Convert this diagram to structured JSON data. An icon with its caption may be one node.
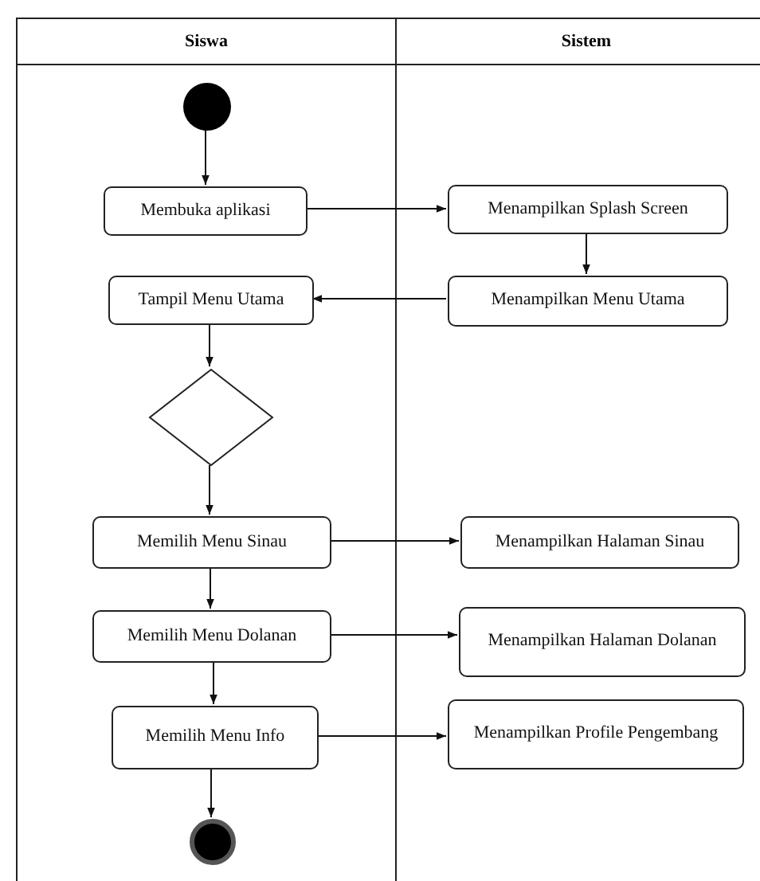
{
  "diagram": {
    "nodes": [
      {
        "text": [
          "Siswa"
        ]
      },
      {
        "text": [
          "Sistem"
        ]
      },
      {
        "text": [],
        "shape": "circle",
        "in": 0
      },
      {
        "text": [
          "Membuka aplikasi"
        ],
        "in": 0
      },
      {
        "text": [
          "Menampilkan Splash Screen"
        ],
        "in": 1
      },
      {
        "text": [
          "Tampil Menu Utama"
        ],
        "in": 0
      },
      {
        "text": [
          "Menampilkan Menu Utama"
        ],
        "in": 1
      },
      {
        "text": [],
        "shape": "diamond",
        "in": 0
      },
      {
        "text": [
          "Memilih Menu Sinau"
        ],
        "in": 0
      },
      {
        "text": [
          "Menampilkan Halaman Sinau"
        ],
        "in": 1
      },
      {
        "text": [
          "Memilih Menu Dolanan"
        ],
        "in": 0
      },
      {
        "text": [
          "Menampilkan Halaman Dolanan"
        ],
        "in": 1
      },
      {
        "text": [
          "Memilih Menu Info"
        ],
        "in": 0
      },
      {
        "text": [
          "Menampilkan Profile Pengembang"
        ],
        "in": 1
      },
      {
        "text": [],
        "shape": "circle",
        "in": 0
      }
    ],
    "edges": [
      {
        "from": 2,
        "to": 3,
        "arrow": "to"
      },
      {
        "from": 3,
        "to": 4,
        "arrow": "to"
      },
      {
        "from": 4,
        "to": 6,
        "arrow": "to"
      },
      {
        "from": 6,
        "to": 5,
        "arrow": "to"
      },
      {
        "from": 5,
        "to": 7,
        "arrow": "to"
      },
      {
        "from": 7,
        "to": 8,
        "arrow": "to"
      },
      {
        "from": 8,
        "to": 9,
        "arrow": "to"
      },
      {
        "from": 8,
        "to": 10,
        "arrow": "to"
      },
      {
        "from": 10,
        "to": 11,
        "arrow": "to"
      },
      {
        "from": 10,
        "to": 12,
        "arrow": "to"
      },
      {
        "from": 12,
        "to": 13,
        "arrow": "to"
      },
      {
        "from": 12,
        "to": 14,
        "arrow": "to"
      }
    ]
  }
}
